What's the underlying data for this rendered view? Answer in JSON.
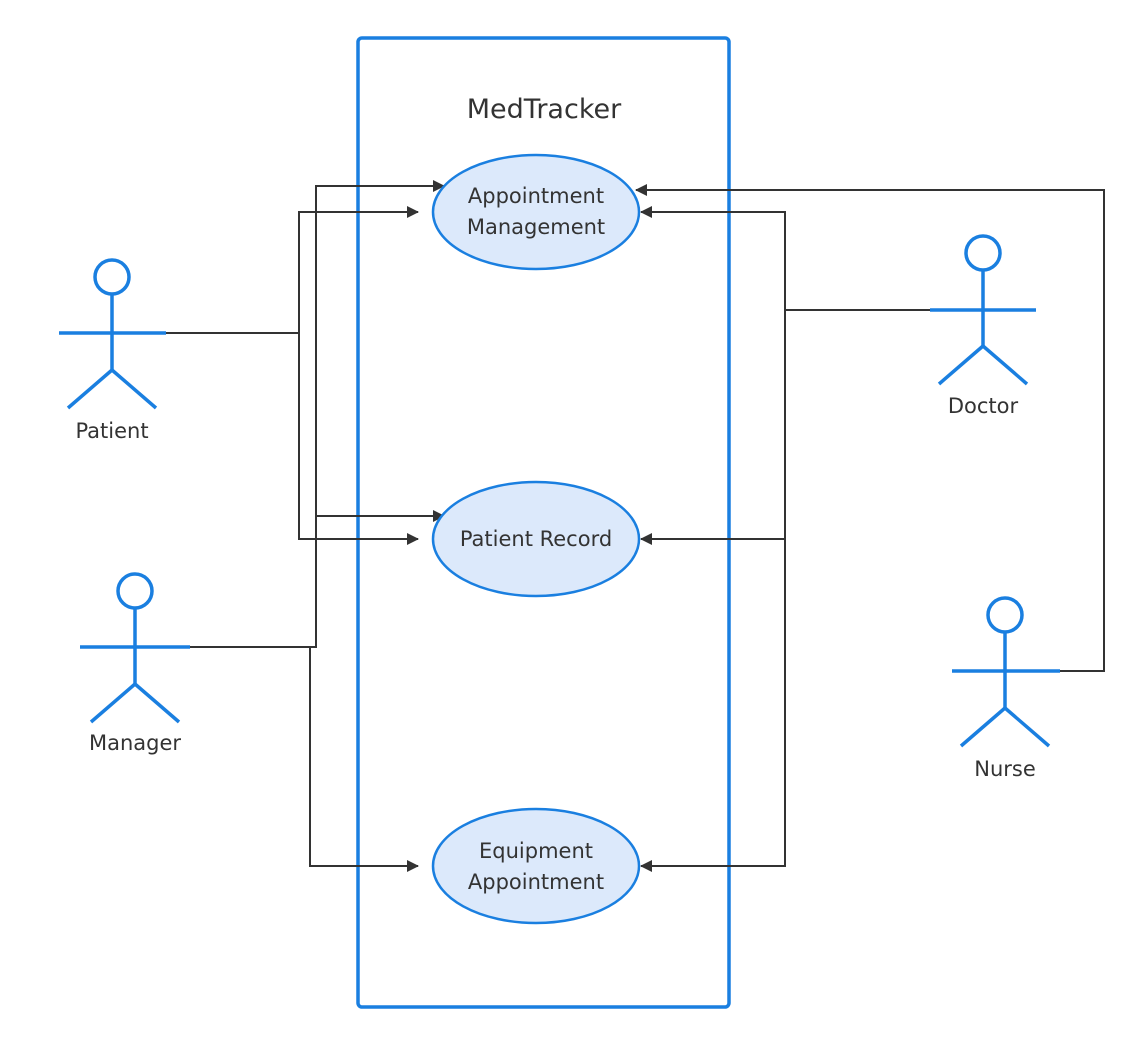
{
  "system": {
    "name": "MedTracker"
  },
  "use_cases": {
    "appointment_management": {
      "lines": [
        "Appointment",
        "Management"
      ]
    },
    "patient_record": {
      "lines": [
        "Patient Record"
      ]
    },
    "equipment_appointment": {
      "lines": [
        "Equipment",
        "Appointment"
      ]
    }
  },
  "actors": {
    "patient": {
      "label": "Patient"
    },
    "manager": {
      "label": "Manager"
    },
    "doctor": {
      "label": "Doctor"
    },
    "nurse": {
      "label": "Nurse"
    }
  },
  "associations": [
    {
      "from": "patient",
      "to": "appointment_management"
    },
    {
      "from": "patient",
      "to": "patient_record"
    },
    {
      "from": "manager",
      "to": "appointment_management"
    },
    {
      "from": "manager",
      "to": "patient_record"
    },
    {
      "from": "manager",
      "to": "equipment_appointment"
    },
    {
      "from": "doctor",
      "to": "appointment_management"
    },
    {
      "from": "doctor",
      "to": "patient_record"
    },
    {
      "from": "doctor",
      "to": "equipment_appointment"
    },
    {
      "from": "nurse",
      "to": "appointment_management"
    }
  ],
  "colors": {
    "accent": "#1a7fe0",
    "use_case_fill": "#dce9fb",
    "connector": "#333333",
    "text": "#333333"
  }
}
